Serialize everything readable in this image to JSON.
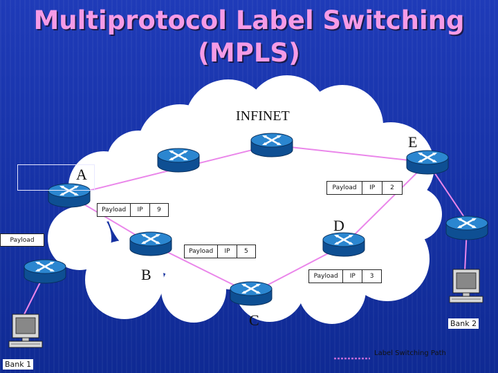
{
  "title": {
    "line1": "Multiprotocol Label Switching",
    "line2": "(MPLS)"
  },
  "network_label": "INFINET",
  "routers": {
    "A": "A",
    "B": "B",
    "C": "C",
    "D": "D",
    "E": "E"
  },
  "packets": {
    "payload": "Payload",
    "ip": "IP",
    "label_a": "9",
    "label_b": "5",
    "label_d": "3",
    "label_e": "2"
  },
  "banks": {
    "bank1": "Bank 1",
    "bank2": "Bank 2"
  },
  "legend": {
    "label": "Label Switching Path"
  },
  "colors": {
    "background": "#1733a8",
    "title": "#f59be6",
    "cloud": "#ffffff",
    "path": "#ea86ea",
    "router": "#1a6fb8"
  }
}
